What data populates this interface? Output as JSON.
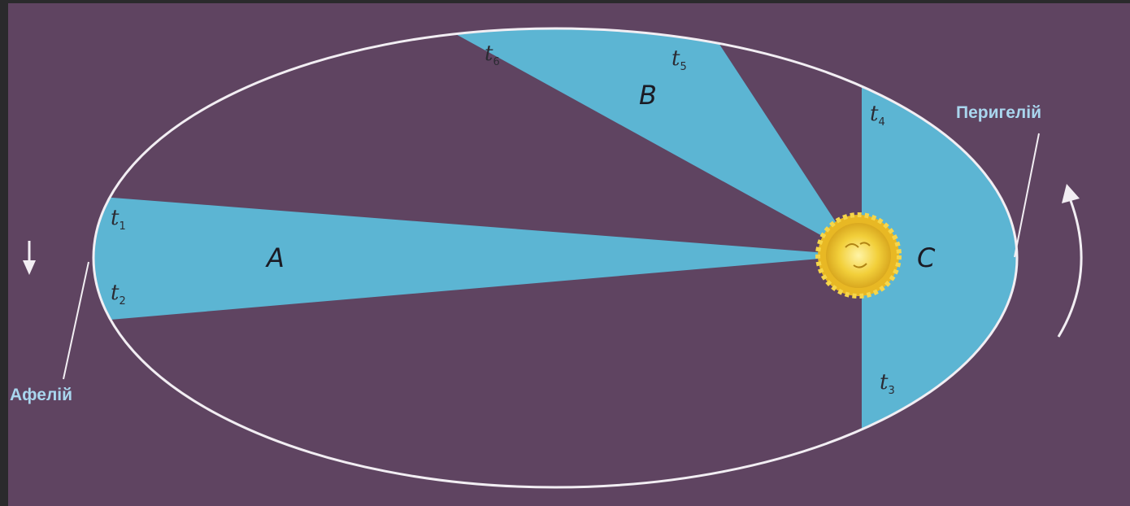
{
  "diagram": {
    "sectors": [
      {
        "key": "A",
        "label": "A"
      },
      {
        "key": "B",
        "label": "B"
      },
      {
        "key": "C",
        "label": "C"
      }
    ],
    "times": [
      {
        "key": "t1",
        "base": "t",
        "sub": "1"
      },
      {
        "key": "t2",
        "base": "t",
        "sub": "2"
      },
      {
        "key": "t3",
        "base": "t",
        "sub": "3"
      },
      {
        "key": "t4",
        "base": "t",
        "sub": "4"
      },
      {
        "key": "t5",
        "base": "t",
        "sub": "5"
      },
      {
        "key": "t6",
        "base": "t",
        "sub": "6"
      }
    ],
    "aphelion_label": "Афелій",
    "perihelion_label": "Перигелій",
    "colors": {
      "background": "#5f4461",
      "sector_fill": "#5cb5d3",
      "orbit": "#f2eef3",
      "sun": "#f2cf3a",
      "label_blue": "#a9d6ee"
    }
  }
}
